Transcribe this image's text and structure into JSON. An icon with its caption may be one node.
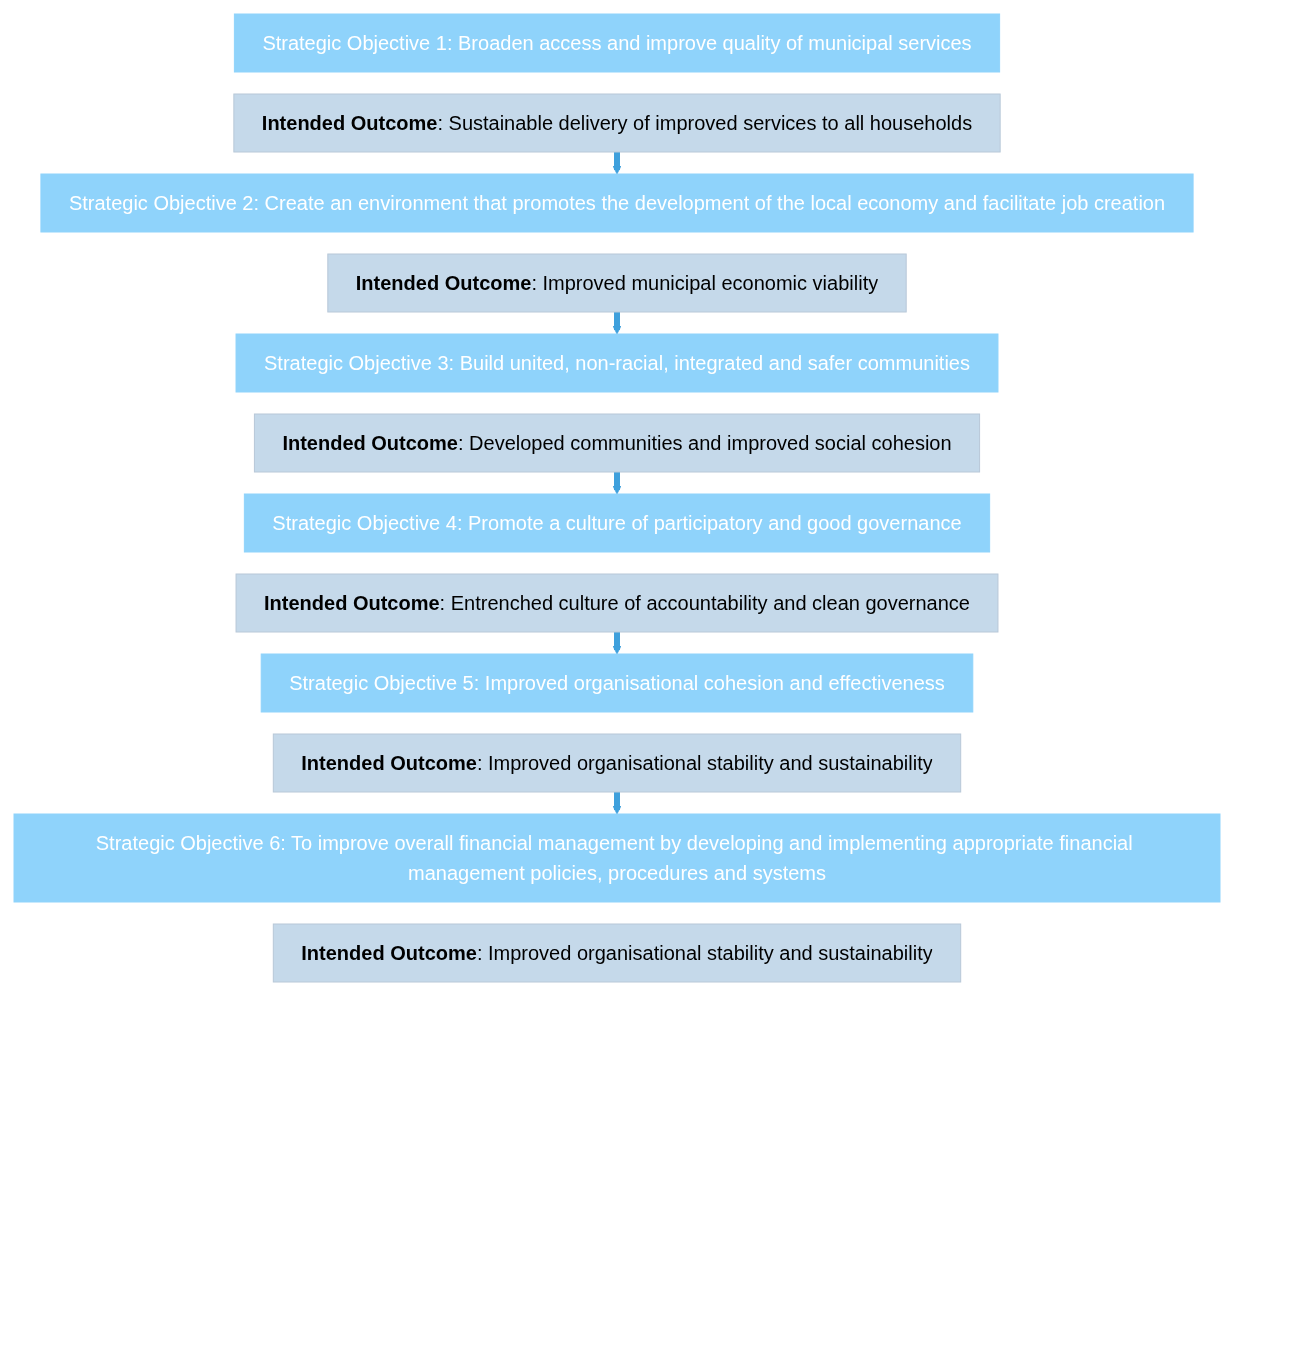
{
  "diagram": {
    "nodes": [
      {
        "text": [
          "Strategic Objective 1: Broaden access and improve quality of municipal services"
        ]
      },
      {
        "text": [
          "**Intended Outcome**: Sustainable delivery of improved services to all households"
        ]
      },
      {
        "text": [
          "Strategic Objective 2: Create an environment that promotes the development of the local economy and facilitate job creation"
        ]
      },
      {
        "text": [
          "**Intended Outcome**: Improved municipal economic viability"
        ]
      },
      {
        "text": [
          "Strategic Objective 3: Build united, non-racial, integrated and safer communities"
        ]
      },
      {
        "text": [
          "**Intended Outcome**: Developed communities and improved social cohesion"
        ]
      },
      {
        "text": [
          "Strategic Objective 4: Promote a culture of participatory and good governance"
        ]
      },
      {
        "text": [
          "**Intended Outcome**: Entrenched culture of accountability and clean governance"
        ]
      },
      {
        "text": [
          "Strategic Objective 5: Improved organisational cohesion and effectiveness"
        ]
      },
      {
        "text": [
          "**Intended Outcome**: Improved organisational stability and sustainability"
        ]
      },
      {
        "text": [
          "Strategic Objective 6: To improve overall financial management by developing and implementing appropriate financial management policies, procedures and systems"
        ]
      },
      {
        "text": [
          "**Intended Outcome**: Improved organisational stability and sustainability"
        ]
      }
    ],
    "edges": [
      {
        "from": 1,
        "to": 2,
        "arrow": "to"
      },
      {
        "from": 3,
        "to": 4,
        "arrow": "to"
      },
      {
        "from": 5,
        "to": 6,
        "arrow": "to"
      },
      {
        "from": 7,
        "to": 8,
        "arrow": "to"
      },
      {
        "from": 9,
        "to": 10,
        "arrow": "to"
      }
    ]
  }
}
